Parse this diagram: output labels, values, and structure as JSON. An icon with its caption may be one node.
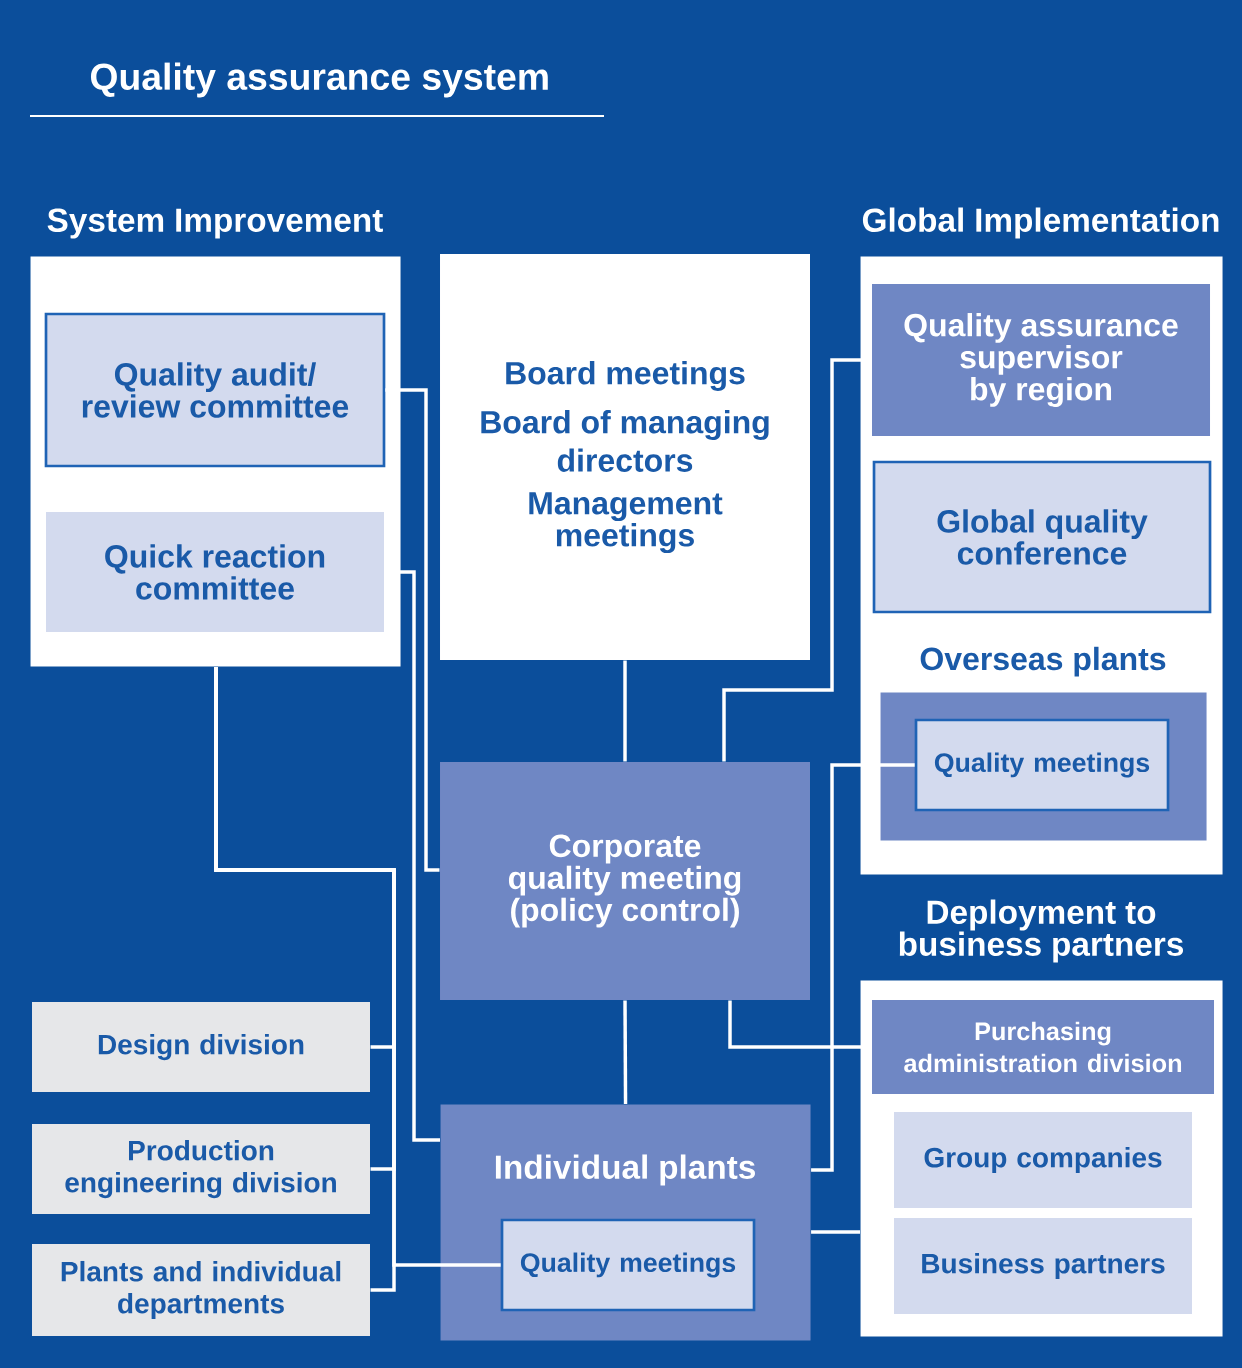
{
  "diagram": {
    "title": "Quality assurance system",
    "nodes": [
      {
        "text": [
          "System Improvement"
        ]
      },
      {
        "text": [
          "Quality audit/ review committee"
        ],
        "in": 0
      },
      {
        "text": [
          "Quick reaction committee"
        ],
        "in": 0
      },
      {
        "text": [
          "Board meetings",
          "Board of managing directors",
          "Management meetings"
        ]
      },
      {
        "text": [
          "Global Implementation"
        ]
      },
      {
        "text": [
          "Quality assurance supervisor by region"
        ],
        "in": 4
      },
      {
        "text": [
          "Global quality conference"
        ],
        "in": 4
      },
      {
        "text": [
          "Overseas plants"
        ],
        "in": 4
      },
      {
        "text": [
          "Quality meetings"
        ],
        "in": 7
      },
      {
        "text": [
          "Corporate quality meeting (policy control)"
        ]
      },
      {
        "text": [
          "Deployment to business partners"
        ]
      },
      {
        "text": [
          "Purchasing administration division"
        ],
        "in": 10
      },
      {
        "text": [
          "Group companies"
        ],
        "in": 10
      },
      {
        "text": [
          "Business partners"
        ],
        "in": 10
      },
      {
        "text": [
          "Design division"
        ]
      },
      {
        "text": [
          "Production engineering division"
        ]
      },
      {
        "text": [
          "Plants and individual departments"
        ]
      },
      {
        "text": [
          "Individual plants"
        ]
      },
      {
        "text": [
          "Quality meetings"
        ],
        "in": 17
      }
    ],
    "edges": [
      {
        "from": 3,
        "to": 9,
        "arrow": "none"
      },
      {
        "from": 1,
        "to": 9,
        "arrow": "none"
      },
      {
        "from": 2,
        "to": 17,
        "arrow": "none"
      },
      {
        "from": 0,
        "to": 14,
        "arrow": "none"
      },
      {
        "from": 0,
        "to": 15,
        "arrow": "none"
      },
      {
        "from": 0,
        "to": 16,
        "arrow": "none"
      },
      {
        "from": 0,
        "to": 18,
        "arrow": "none"
      },
      {
        "from": 9,
        "to": 5,
        "arrow": "none"
      },
      {
        "from": 8,
        "to": 17,
        "arrow": "none"
      },
      {
        "from": 9,
        "to": 11,
        "arrow": "none"
      },
      {
        "from": 9,
        "to": 17,
        "arrow": "none"
      },
      {
        "from": 17,
        "to": 10,
        "arrow": "none"
      }
    ]
  }
}
